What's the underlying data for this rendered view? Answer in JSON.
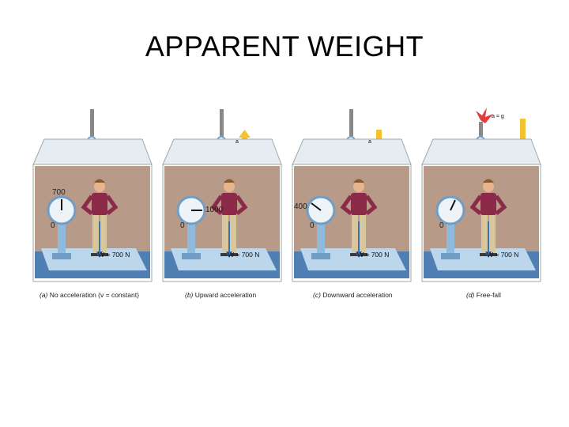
{
  "title": "APPARENT WEIGHT",
  "panels": [
    {
      "caption_tag": "(a)",
      "caption": "No acceleration (v = constant)",
      "scale_reading": "700",
      "scale_zero": "0",
      "weight_label": "W = 700 N",
      "accel_label": "",
      "arrow": "none"
    },
    {
      "caption_tag": "(b)",
      "caption": "Upward acceleration",
      "scale_reading": "1000",
      "scale_zero": "0",
      "weight_label": "W = 700 N",
      "accel_label": "a",
      "arrow": "up"
    },
    {
      "caption_tag": "(c)",
      "caption": "Downward acceleration",
      "scale_reading": "400",
      "scale_zero": "0",
      "weight_label": "W = 700 N",
      "accel_label": "a",
      "arrow": "down"
    },
    {
      "caption_tag": "(d)",
      "caption": "Free-fall",
      "scale_reading": "",
      "scale_zero": "0",
      "weight_label": "W = 700 N",
      "accel_label": "a = g",
      "arrow": "down"
    }
  ],
  "colors": {
    "elevator_wall": "#b89a88",
    "elevator_floor": "#4f7fb3",
    "scale_blue": "#8fb9dd",
    "shirt": "#8c2a4a",
    "pants": "#d8c79c",
    "arrow_yellow": "#f2c230"
  }
}
